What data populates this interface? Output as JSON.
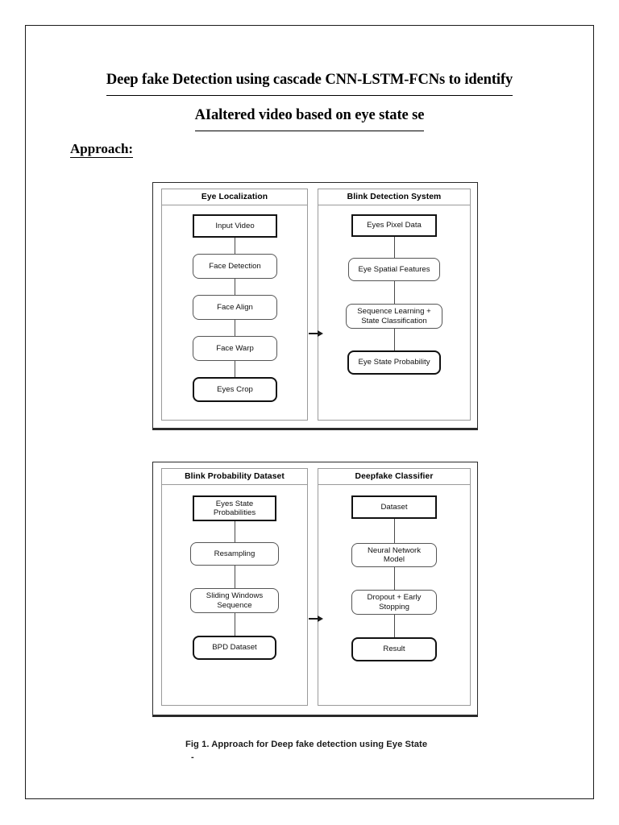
{
  "document": {
    "title_line1": "Deep fake Detection using cascade CNN-LSTM-FCNs to identify",
    "title_line2": "AIaltered video based on eye state se",
    "section_heading": "Approach:",
    "figure_caption": "Fig 1. Approach for Deep fake detection using Eye State",
    "figure_caption_sub": "-"
  },
  "colors": {
    "page_border": "#1b1b1b",
    "group_border": "#2a2a2a",
    "panel_border": "#9a9a9a",
    "box_strong": "#111111",
    "box_light": "#555555",
    "connector": "#4a4a4a",
    "text": "#000000",
    "background": "#ffffff"
  },
  "diagram": {
    "groups": [
      {
        "id": "group-1",
        "panels": [
          {
            "id": "eye-localization",
            "title": "Eye Localization",
            "nodes": [
              {
                "label": "Input Video",
                "style": "thick-sharp"
              },
              {
                "label": "Face Detection",
                "style": "thin-round"
              },
              {
                "label": "Face Align",
                "style": "thin-round"
              },
              {
                "label": "Face Warp",
                "style": "thin-round"
              },
              {
                "label": "Eyes Crop",
                "style": "thick-round"
              }
            ]
          },
          {
            "id": "blink-detection-system",
            "title": "Blink Detection System",
            "nodes": [
              {
                "label": "Eyes Pixel Data",
                "style": "thick-sharp"
              },
              {
                "label": "Eye Spatial Features",
                "style": "thin-round"
              },
              {
                "label": "Sequence Learning +\nState Classification",
                "style": "thin-round"
              },
              {
                "label": "Eye State Probability",
                "style": "thick-round"
              }
            ]
          }
        ],
        "connector": {
          "type": "arrow-right",
          "from": "eye-localization",
          "to": "blink-detection-system"
        }
      },
      {
        "id": "group-2",
        "panels": [
          {
            "id": "blink-probability-dataset",
            "title": "Blink Probability Dataset",
            "nodes": [
              {
                "label": "Eyes State\nProbabilities",
                "style": "thick-sharp"
              },
              {
                "label": "Resampling",
                "style": "thin-round"
              },
              {
                "label": "Sliding Windows\nSequence",
                "style": "thin-round"
              },
              {
                "label": "BPD Dataset",
                "style": "thick-round"
              }
            ]
          },
          {
            "id": "deepfake-classifier",
            "title": "Deepfake Classifier",
            "nodes": [
              {
                "label": "Dataset",
                "style": "thick-sharp"
              },
              {
                "label": "Neural Network\nModel",
                "style": "thin-round"
              },
              {
                "label": "Dropout + Early\nStopping",
                "style": "thin-round"
              },
              {
                "label": "Result",
                "style": "thick-round"
              }
            ]
          }
        ],
        "connector": {
          "type": "arrow-right",
          "from": "blink-probability-dataset",
          "to": "deepfake-classifier"
        }
      }
    ]
  }
}
